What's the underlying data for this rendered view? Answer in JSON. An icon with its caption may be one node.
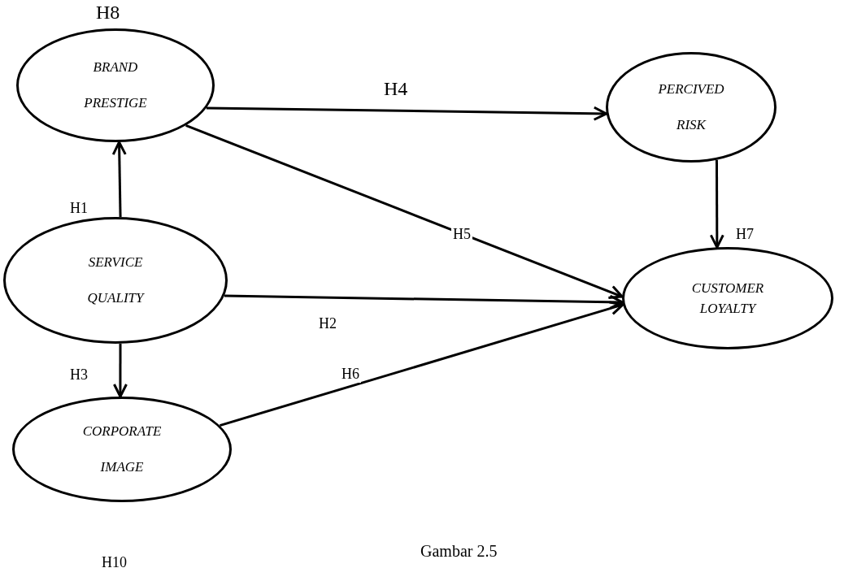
{
  "diagram": {
    "caption": "Gambar 2.5",
    "nodes": [
      {
        "text": [
          "BRAND PRESTIGE"
        ],
        "beside": [
          "H8"
        ]
      },
      {
        "text": [
          "PERCIVED RISK"
        ]
      },
      {
        "text": [
          "SERVICE QUALITY"
        ]
      },
      {
        "text": [
          "CUSTOMER LOYALTY"
        ]
      },
      {
        "text": [
          "CORPORATE IMAGE"
        ],
        "beside": [
          "H10"
        ]
      }
    ],
    "edges": [
      {
        "from": 0,
        "to": 1,
        "arrow": "to",
        "label": "H4"
      },
      {
        "from": 0,
        "to": 3,
        "arrow": "to",
        "label": "H5"
      },
      {
        "from": 2,
        "to": 0,
        "arrow": "to",
        "label": "H1"
      },
      {
        "from": 1,
        "to": 3,
        "arrow": "to",
        "label": "H7"
      },
      {
        "from": 2,
        "to": 3,
        "arrow": "to",
        "label": "H2"
      },
      {
        "from": 2,
        "to": 4,
        "arrow": "to",
        "label": "H3"
      },
      {
        "from": 4,
        "to": 3,
        "arrow": "to",
        "label": "H6"
      }
    ]
  }
}
